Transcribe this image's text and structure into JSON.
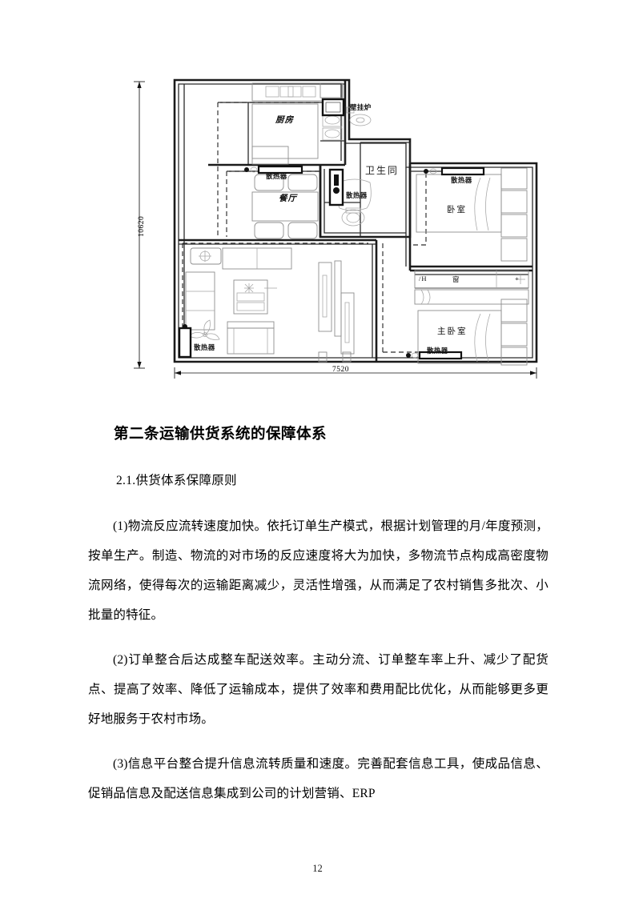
{
  "document": {
    "page_number": "12",
    "heading": "第二条运输供货系统的保障体系",
    "subheading": "2.1.供货体系保障原则",
    "paragraphs": [
      "(1)物流反应流转速度加快。依托订单生产模式，根据计划管理的月/年度预测，按单生产。制造、物流的对市场的反应速度将大为加快，多物流节点构成高密度物流网络，使得每次的运输距离减少，灵活性增强，从而满足了农村销售多批次、小批量的特征。",
      "(2)订单整合后达成整车配送效率。主动分流、订单整车率上升、减少了配货点、提高了效率、降低了运输成本，提供了效率和费用配比优化，从而能够更多更好地服务于农村市场。",
      "(3)信息平台整合提升信息流转质量和速度。完善配套信息工具，使成品信息、促销品信息及配送信息集成到公司的计划营销、ERP"
    ]
  },
  "figure": {
    "type": "architectural-floor-plan",
    "dimensions": {
      "vertical": "10620",
      "horizontal": "7520"
    },
    "rooms": {
      "kitchen": "厨房",
      "dining": "餐厅",
      "bathroom": "卫生同",
      "bedroom": "卧室",
      "master_bedroom": "主卧室"
    },
    "devices": {
      "boiler": "壁挂炉",
      "radiator": "散热器"
    },
    "window_strip": {
      "left": "/H",
      "center": "窗",
      "right": "+"
    },
    "radiator_labels": [
      "散热器",
      "散热器",
      "散热器",
      "散热器",
      "散热器"
    ]
  },
  "colors": {
    "ink": "#000000",
    "wall": "#1a1a1a",
    "furniture_line": "#8a8a8a",
    "pipe_dashed": "#2b2b2b",
    "paper": "#ffffff"
  }
}
